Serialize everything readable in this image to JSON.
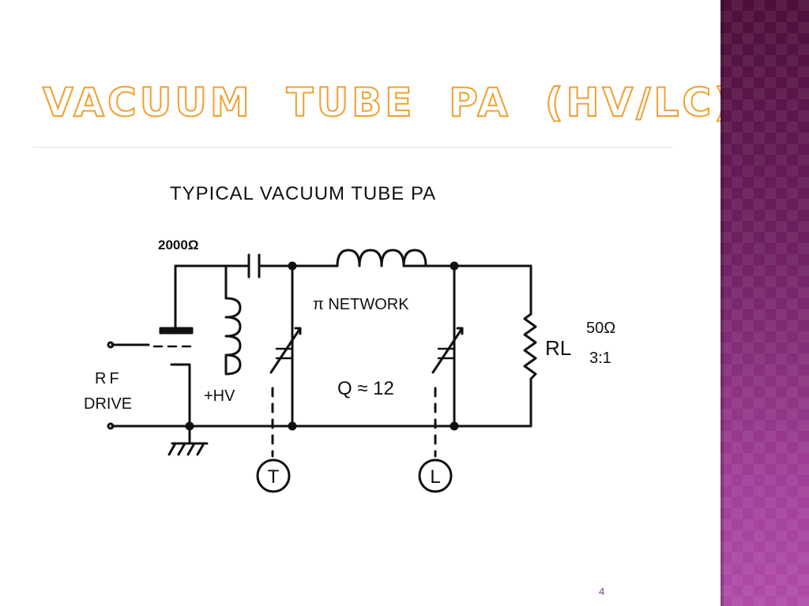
{
  "slide": {
    "title": "VACUUM  TUBE  PA  (HV/LC)",
    "page_number": "4"
  },
  "diagram": {
    "heading": "TYPICAL  VACUUM  TUBE  PA",
    "plate_impedance": "2000Ω",
    "network_label": "π NETWORK",
    "q_label": "Q ≈ 12",
    "rf_label_1": "RF",
    "rf_label_2": "DRIVE",
    "hv_label": "+HV",
    "load_label": "RL",
    "load_impedance": "50Ω",
    "load_ratio": "3:1",
    "tune_label": "T",
    "load_knob_label": "L"
  },
  "colors": {
    "title_outline": "#f0a030",
    "sidebar_top": "#4d0f3a",
    "sidebar_bottom": "#b04ca8",
    "page_number": "#7a3a90"
  }
}
